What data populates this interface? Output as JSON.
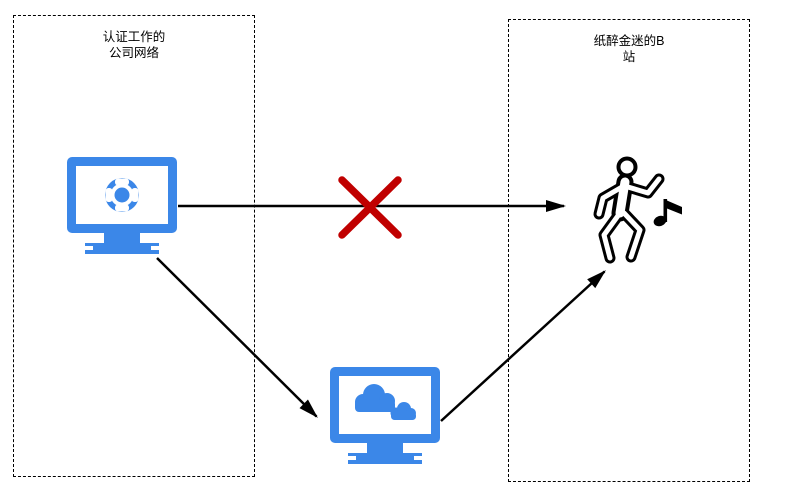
{
  "diagram": {
    "title": "corporate-network-bilibili-bypass-diagram",
    "zones": {
      "corporate": {
        "label_line1": "认证工作的",
        "label_line2": "公司网络"
      },
      "bilibili": {
        "label_line1": "纸醉金迷的B",
        "label_line2": "站"
      }
    },
    "nodes": {
      "work_computer": {
        "icon": "monitor-lifebuoy-icon",
        "zone": "corporate"
      },
      "cloud_computer": {
        "icon": "monitor-clouds-icon",
        "zone": "none"
      },
      "bilibili_user": {
        "icon": "dancing-person-music-icon",
        "zone": "bilibili"
      }
    },
    "edges": [
      {
        "from": "work_computer",
        "to": "bilibili_user",
        "status": "blocked",
        "marker": "red-x"
      },
      {
        "from": "work_computer",
        "to": "cloud_computer",
        "status": "allowed"
      },
      {
        "from": "cloud_computer",
        "to": "bilibili_user",
        "status": "allowed"
      }
    ],
    "colors": {
      "device_blue": "#3B87E8",
      "blocked_red": "#C00000",
      "line_black": "#000000",
      "zone_border": "#000000",
      "background": "#FFFFFF"
    }
  }
}
